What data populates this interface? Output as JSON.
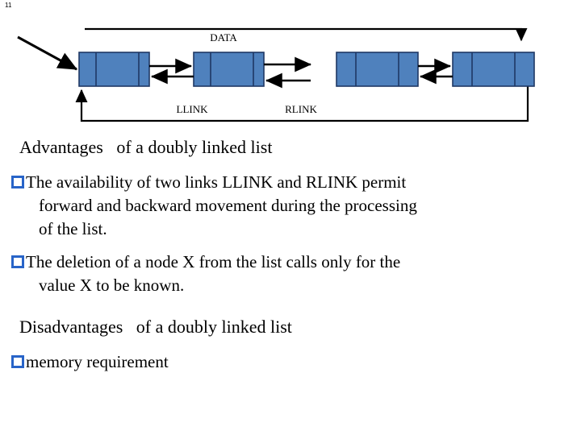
{
  "slide": {
    "number": "11"
  },
  "diagram": {
    "name": "doubly-linked-list-circular-diagram",
    "labels": {
      "data": "DATA",
      "llink": "LLINK",
      "rlink": "RLINK"
    },
    "node_fill": "#4F81BD",
    "node_stroke": "#1F3864",
    "line_color": "#000000",
    "nodes": [
      {
        "id": "node-1",
        "cells": [
          "llink",
          "data",
          "rlink"
        ]
      },
      {
        "id": "node-2",
        "cells": [
          "llink",
          "data",
          "rlink"
        ]
      },
      {
        "id": "node-3",
        "cells": [
          "llink",
          "data",
          "rlink"
        ]
      },
      {
        "id": "node-4",
        "cells": [
          "llink",
          "data",
          "rlink"
        ]
      }
    ]
  },
  "content": {
    "advantages_heading": "Advantages   of a doubly linked list",
    "bullets_advantages": [
      {
        "line1": "The availability  of two links LLINK and RLINK permit",
        "line2": "forward and backward movement during the processing",
        "line3": "of the list."
      },
      {
        "line1": "The deletion of a node X from the list calls only for the",
        "line2": "value X to be known."
      }
    ],
    "disadvantages_heading": "Disadvantages   of a doubly linked list",
    "bullets_disadvantages": [
      {
        "line1": "memory requirement"
      }
    ],
    "bullet_color": "#2864C8"
  }
}
